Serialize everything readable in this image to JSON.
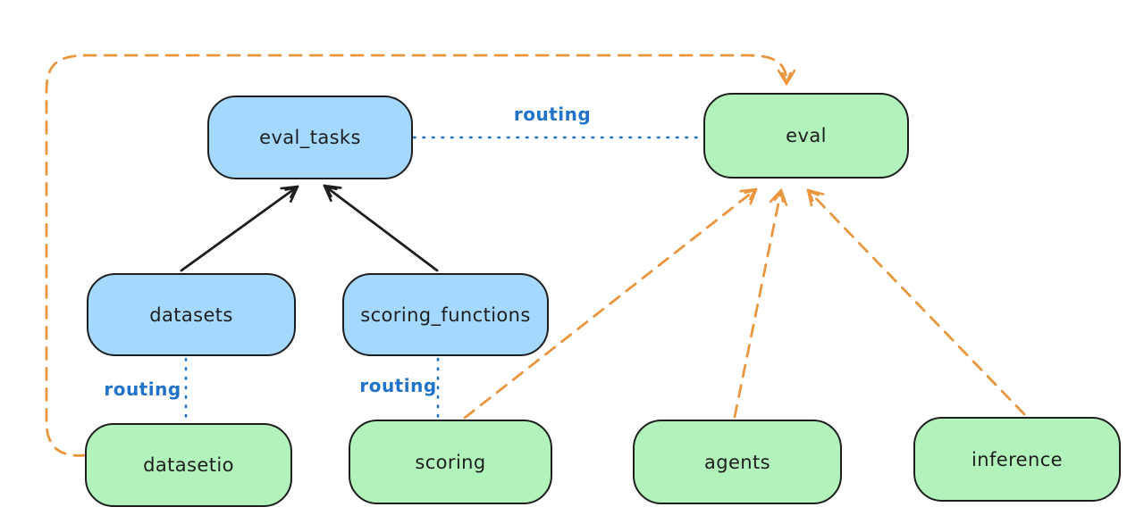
{
  "diagram_type": "architecture-diagram",
  "nodes": [
    {
      "id": "eval_tasks",
      "label": "eval_tasks",
      "kind": "resource",
      "fill": "#a5d8ff"
    },
    {
      "id": "datasets",
      "label": "datasets",
      "kind": "resource",
      "fill": "#a5d8ff"
    },
    {
      "id": "scoring_functions",
      "label": "scoring_functions",
      "kind": "resource",
      "fill": "#a5d8ff"
    },
    {
      "id": "eval",
      "label": "eval",
      "kind": "api",
      "fill": "#b2f2bb"
    },
    {
      "id": "datasetio",
      "label": "datasetio",
      "kind": "api",
      "fill": "#b2f2bb"
    },
    {
      "id": "scoring",
      "label": "scoring",
      "kind": "api",
      "fill": "#b2f2bb"
    },
    {
      "id": "agents",
      "label": "agents",
      "kind": "api",
      "fill": "#b2f2bb"
    },
    {
      "id": "inference",
      "label": "inference",
      "kind": "api",
      "fill": "#b2f2bb"
    }
  ],
  "edges": [
    {
      "from": "datasets",
      "to": "eval_tasks",
      "style": "solid",
      "color": "#1e1e1e",
      "label": ""
    },
    {
      "from": "scoring_functions",
      "to": "eval_tasks",
      "style": "solid",
      "color": "#1e1e1e",
      "label": ""
    },
    {
      "from": "eval_tasks",
      "to": "eval",
      "style": "dotted",
      "color": "#2173c8",
      "label": "routing"
    },
    {
      "from": "datasets",
      "to": "datasetio",
      "style": "dotted",
      "color": "#2173c8",
      "label": "routing"
    },
    {
      "from": "scoring_functions",
      "to": "scoring",
      "style": "dotted",
      "color": "#2173c8",
      "label": "routing"
    },
    {
      "from": "datasetio",
      "to": "eval",
      "style": "dashed",
      "color": "#e9963e",
      "label": "",
      "route": "left-top-loop"
    },
    {
      "from": "scoring",
      "to": "eval",
      "style": "dashed",
      "color": "#e9963e",
      "label": ""
    },
    {
      "from": "agents",
      "to": "eval",
      "style": "dashed",
      "color": "#e9963e",
      "label": ""
    },
    {
      "from": "inference",
      "to": "eval",
      "style": "dashed",
      "color": "#e9963e",
      "label": ""
    }
  ],
  "colors": {
    "node_blue": "#a5d8ff",
    "node_green": "#b2f2bb",
    "stroke": "#1e1e1e",
    "routing_blue": "#2173c8",
    "dashed_orange": "#e9963e",
    "background": "#ffffff"
  }
}
